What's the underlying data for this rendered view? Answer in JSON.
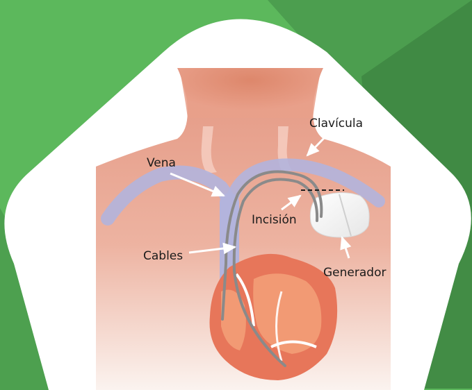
{
  "labels": {
    "clavicula": "Clavícula",
    "vena": "Vena",
    "incision": "Incisión",
    "cables": "Cables",
    "generador": "Generador"
  },
  "colors": {
    "green_light": "#5cb85c",
    "green_mid": "#4a9a4c",
    "green_dark": "#3c7f40",
    "skin": "#e8a28d",
    "vein": "#b3b4dd",
    "heart_outer": "#e7765a",
    "heart_inner": "#f29a74",
    "lead": "#8a8a8a",
    "generator": "#f4f4f4"
  }
}
